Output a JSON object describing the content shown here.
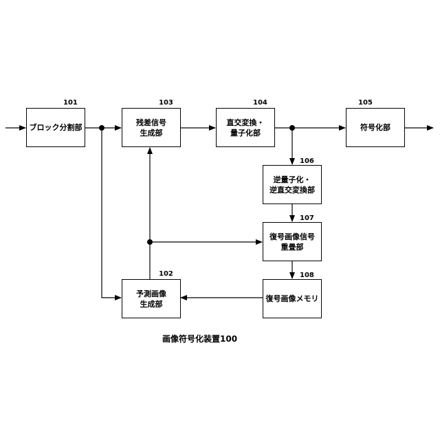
{
  "blocks": {
    "b101": {
      "id": "101",
      "line1": "ブロック分割部",
      "line2": ""
    },
    "b103": {
      "id": "103",
      "line1": "残差信号",
      "line2": "生成部"
    },
    "b104": {
      "id": "104",
      "line1": "直交変換・",
      "line2": "量子化部"
    },
    "b105": {
      "id": "105",
      "line1": "符号化部",
      "line2": ""
    },
    "b106": {
      "id": "106",
      "line1": "逆量子化・",
      "line2": "逆直交変換部"
    },
    "b107": {
      "id": "107",
      "line1": "復号画像信号",
      "line2": "重畳部"
    },
    "b108": {
      "id": "108",
      "line1": "復号画像メモリ",
      "line2": ""
    },
    "b102": {
      "id": "102",
      "line1": "予測画像",
      "line2": "生成部"
    }
  },
  "caption": "画像符号化装置100"
}
